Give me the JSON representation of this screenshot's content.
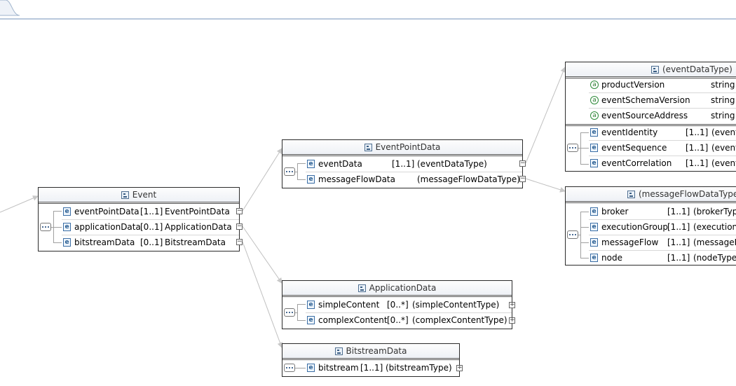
{
  "event": {
    "title": "Event",
    "rows": [
      {
        "name": "eventPointData",
        "card": "[1..1]",
        "type": "EventPointData"
      },
      {
        "name": "applicationData",
        "card": "[0..1]",
        "type": "ApplicationData"
      },
      {
        "name": "bitstreamData",
        "card": "[0..1]",
        "type": "BitstreamData"
      }
    ]
  },
  "eventPointData": {
    "title": "EventPointData",
    "rows": [
      {
        "name": "eventData",
        "card": "[1..1]",
        "type": "(eventDataType)"
      },
      {
        "name": "messageFlowData",
        "card": "",
        "type": "(messageFlowDataType)"
      }
    ]
  },
  "applicationData": {
    "title": "ApplicationData",
    "rows": [
      {
        "name": "simpleContent",
        "card": "[0..*]",
        "type": "(simpleContentType)"
      },
      {
        "name": "complexContent",
        "card": "[0..*]",
        "type": "(complexContentType)"
      }
    ]
  },
  "bitstreamData": {
    "title": "BitstreamData",
    "rows": [
      {
        "name": "bitstream",
        "card": "[1..1]",
        "type": "(bitstreamType)"
      }
    ]
  },
  "eventDataType": {
    "title": "(eventDataType)",
    "attributes": [
      {
        "name": "productVersion",
        "type": "string"
      },
      {
        "name": "eventSchemaVersion",
        "type": "string"
      },
      {
        "name": "eventSourceAddress",
        "type": "string"
      }
    ],
    "rows": [
      {
        "name": "eventIdentity",
        "card": "[1..1]",
        "type": "(eventI"
      },
      {
        "name": "eventSequence",
        "card": "[1..1]",
        "type": "(eventS"
      },
      {
        "name": "eventCorrelation",
        "card": "[1..1]",
        "type": "(event("
      }
    ]
  },
  "messageFlowDataType": {
    "title": "(messageFlowDataType)",
    "rows": [
      {
        "name": "broker",
        "card": "[1..1]",
        "type": "(brokerType"
      },
      {
        "name": "executionGroup",
        "card": "[1..1]",
        "type": "(executionG"
      },
      {
        "name": "messageFlow",
        "card": "[1..1]",
        "type": "(messageFlo"
      },
      {
        "name": "node",
        "card": "[1..1]",
        "type": "(nodeType)"
      }
    ]
  },
  "icons": {
    "element": "e",
    "attribute": "a",
    "collapse": "−",
    "expand": "+"
  }
}
